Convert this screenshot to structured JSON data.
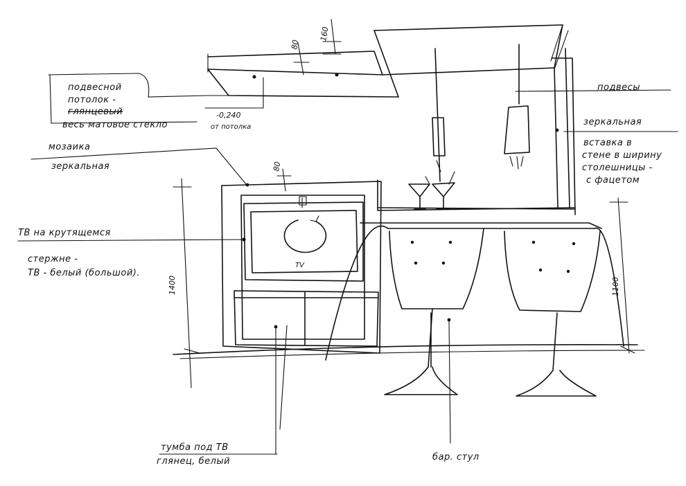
{
  "labels": {
    "ceiling_1": "подвесной",
    "ceiling_2": "потолок -",
    "ceiling_3": "глянцевый",
    "ceiling_4": "весь матовое стекло",
    "ceiling_level": "-0,240",
    "ceiling_level_note": "от потолка",
    "mosaic": "мозаика",
    "mirror_1": "зеркальная",
    "pendants": "подвесы",
    "mirror_insert_1": "зеркальная",
    "mirror_insert_2": "вставка в",
    "mirror_insert_3": "стене в ширину",
    "mirror_insert_4": "столешницы -",
    "mirror_insert_5": "с фацетом",
    "tv_1": "ТВ на крутящемся",
    "tv_2": "стержне -",
    "tv_3": "ТВ - белый (большой).",
    "tv_mark": "ТV",
    "cabinet_1": "тумба под ТВ",
    "cabinet_2": "глянец, белый",
    "bar_stool": "бар. стул"
  },
  "dimensions": {
    "d80_top": "80",
    "d160": "160",
    "d80_tv": "80",
    "d1400": "1400",
    "d1100": "1100"
  }
}
